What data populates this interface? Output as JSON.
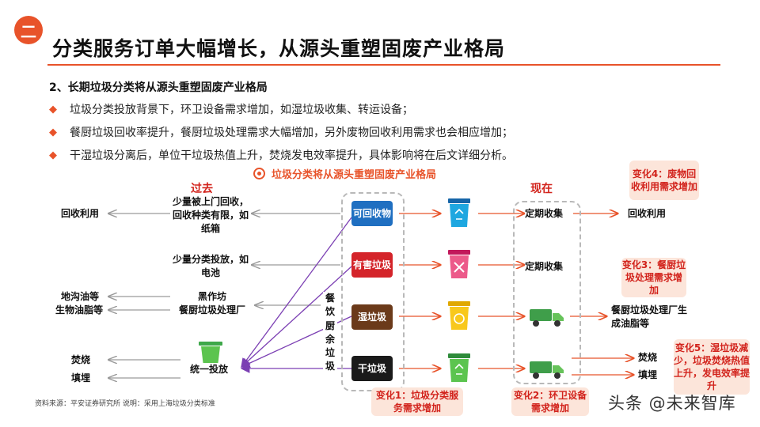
{
  "section_badge": "二",
  "title": "分类服务订单大幅增长，从源头重塑固废产业格局",
  "subtitle": "2、长期垃圾分类将从源头重塑固废产业格局",
  "bullets": [
    "垃圾分类投放背景下，环卫设备需求增加，如湿垃圾收集、转运设备；",
    "餐厨垃圾回收率提升，餐厨垃圾处理需求大幅增加，另外废物回收利用需求也会相应增加；",
    "干湿垃圾分离后，单位干垃圾热值上升，焚烧发电效率提升，具体影响将在后文详细分析。"
  ],
  "diagram": {
    "title": "垃圾分类将从源头重塑固废产业格局",
    "past_label": "过去",
    "now_label": "现在",
    "past_left": {
      "recycle": "回收利用",
      "gutter_oil_1": "地沟油等",
      "gutter_oil_2": "生物油脂等",
      "incinerate": "焚烧",
      "landfill": "填埋"
    },
    "past_mid": {
      "recyclable": "少量被上门回收，回收种类有限，如纸箱",
      "hazardous": "少量分类投放，如电池",
      "black_workshop": "黑作坊",
      "kitchen_plant": "餐厨垃圾处理厂",
      "unified": "统一投放"
    },
    "kitchen_side_1": "餐饮垃圾",
    "kitchen_side_2": "厨余垃圾",
    "categories": [
      {
        "label": "可回收物",
        "color": "#1f6fc1"
      },
      {
        "label": "有害垃圾",
        "color": "#d4242a"
      },
      {
        "label": "湿垃圾",
        "color": "#6b3a1a"
      },
      {
        "label": "干垃圾",
        "color": "#1a1a1a"
      }
    ],
    "now_mid": {
      "periodic_1": "定期收集",
      "periodic_2": "定期收集"
    },
    "now_right": {
      "recycle": "回收利用",
      "kitchen_plant": "餐厨垃圾处理厂生成油脂等",
      "incinerate": "焚烧",
      "landfill": "填埋"
    },
    "changes": {
      "c1": "变化1：垃圾分类服务需求增加",
      "c2": "变化2：环卫设备需求增加",
      "c3": "变化3：餐厨垃圾处理需求增加",
      "c4": "变化4：废物回收利用需求增加",
      "c5": "变化5：湿垃圾减少，垃圾焚烧热值上升，发电效率提升"
    },
    "colors": {
      "accent": "#e8532a",
      "arrow_gray": "#9a9a9a",
      "arrow_purple": "#7b3fb3",
      "arrow_orange": "#e8532a"
    }
  },
  "footer": "资料来源：平安证券研究所  说明：采用上海垃圾分类标准",
  "watermark": "头条 @未来智库"
}
